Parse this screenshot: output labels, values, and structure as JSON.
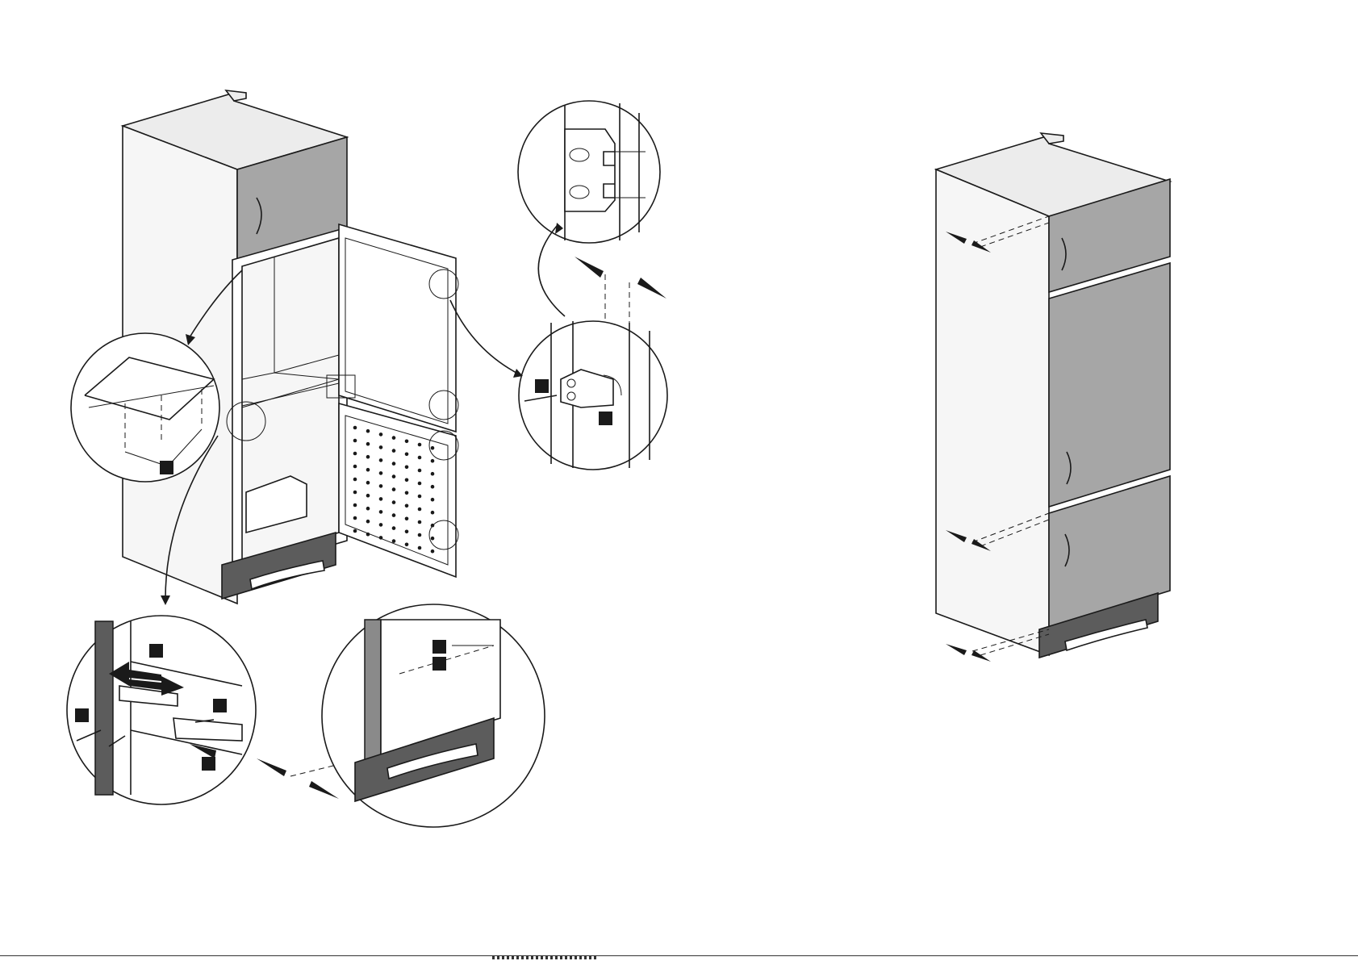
{
  "document": {
    "kind": "installation-diagram-page",
    "figures": [
      {
        "id": "left-assembly",
        "description_hidden": true
      },
      {
        "id": "right-installed-cabinet",
        "description_hidden": true
      }
    ],
    "callout_markers": 8,
    "colors": {
      "line": "#1a1a1a",
      "door_panel": "#a6a6a6",
      "plinth": "#5c5c5c",
      "cabinet_side": "#f6f6f6",
      "background": "#ffffff"
    },
    "icons": [
      "double-arrow-icon",
      "screw-icon",
      "hinge-icon",
      "magnifier-circle-icon"
    ]
  }
}
